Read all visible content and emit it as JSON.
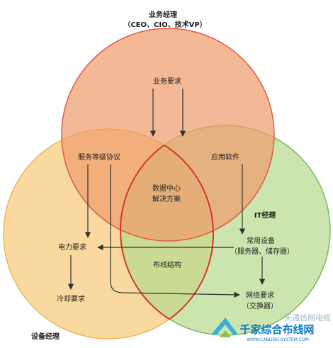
{
  "circles": {
    "business": {
      "title": "业务经理",
      "subtitle": "（CEO、CIO、技术VP）",
      "fill": "#ee9d6e",
      "stroke": "#e1594c"
    },
    "it": {
      "title": "IT经理",
      "fill": "#b8d98f",
      "stroke": "#7bb66a"
    },
    "facility": {
      "title": "设备经理",
      "fill": "#f7cb7a",
      "stroke": "#edb559"
    },
    "center_lens_stroke": "#d0392e"
  },
  "nodes": {
    "business_req": "业务要求",
    "sla": "服务等级协议",
    "app_software": "应用软件",
    "datacenter_line1": "数据中心",
    "datacenter_line2": "解决方案",
    "power_req": "电力要求",
    "common_equip_line1": "常用设备",
    "common_equip_line2": "（服务器、储存器）",
    "cabling": "布线结构",
    "cooling_req": "冷却要求",
    "network_req_line1": "网络要求",
    "network_req_line2": "（交换器）"
  },
  "watermark": {
    "line1": "天通信网电缆",
    "brand": "千家综合布线网",
    "url": "WWW.CABLING-SYSTEM.COM"
  }
}
